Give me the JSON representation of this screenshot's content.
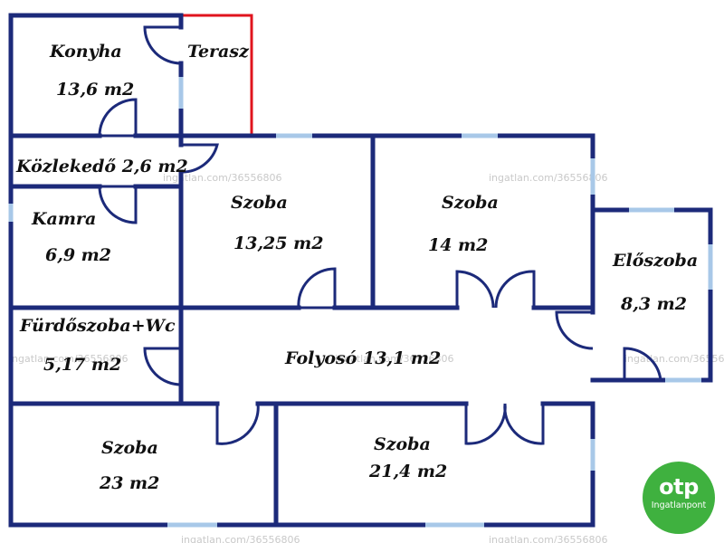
{
  "rooms": {
    "konyha": {
      "name": "Konyha",
      "area": "13,6 m2"
    },
    "terasz": {
      "name": "Terasz"
    },
    "kozlekedo": {
      "name": "Közlekedő 2,6 m2"
    },
    "kamra": {
      "name": "Kamra",
      "area": "6,9 m2"
    },
    "szoba1": {
      "name": "Szoba",
      "area": "13,25 m2"
    },
    "szoba2": {
      "name": "Szoba",
      "area": "14 m2"
    },
    "eloszoba": {
      "name": "Előszoba",
      "area": "8,3 m2"
    },
    "furdo": {
      "name": "Fürdőszoba+Wc",
      "area": "5,17 m2"
    },
    "folyoso": {
      "name": "Folyosó 13,1 m2"
    },
    "szoba3": {
      "name": "Szoba",
      "area": "23 m2"
    },
    "szoba4": {
      "name": "Szoba",
      "area": "21,4 m2"
    }
  },
  "watermark": "ingatlan.com/36556806",
  "logo": {
    "brand": "otp",
    "sub": "Ingatlanpont"
  },
  "colors": {
    "wall": "#1c2a7a",
    "terrace": "#e0141e",
    "window": "#a8c8e8",
    "logo": "#3fb13f"
  }
}
